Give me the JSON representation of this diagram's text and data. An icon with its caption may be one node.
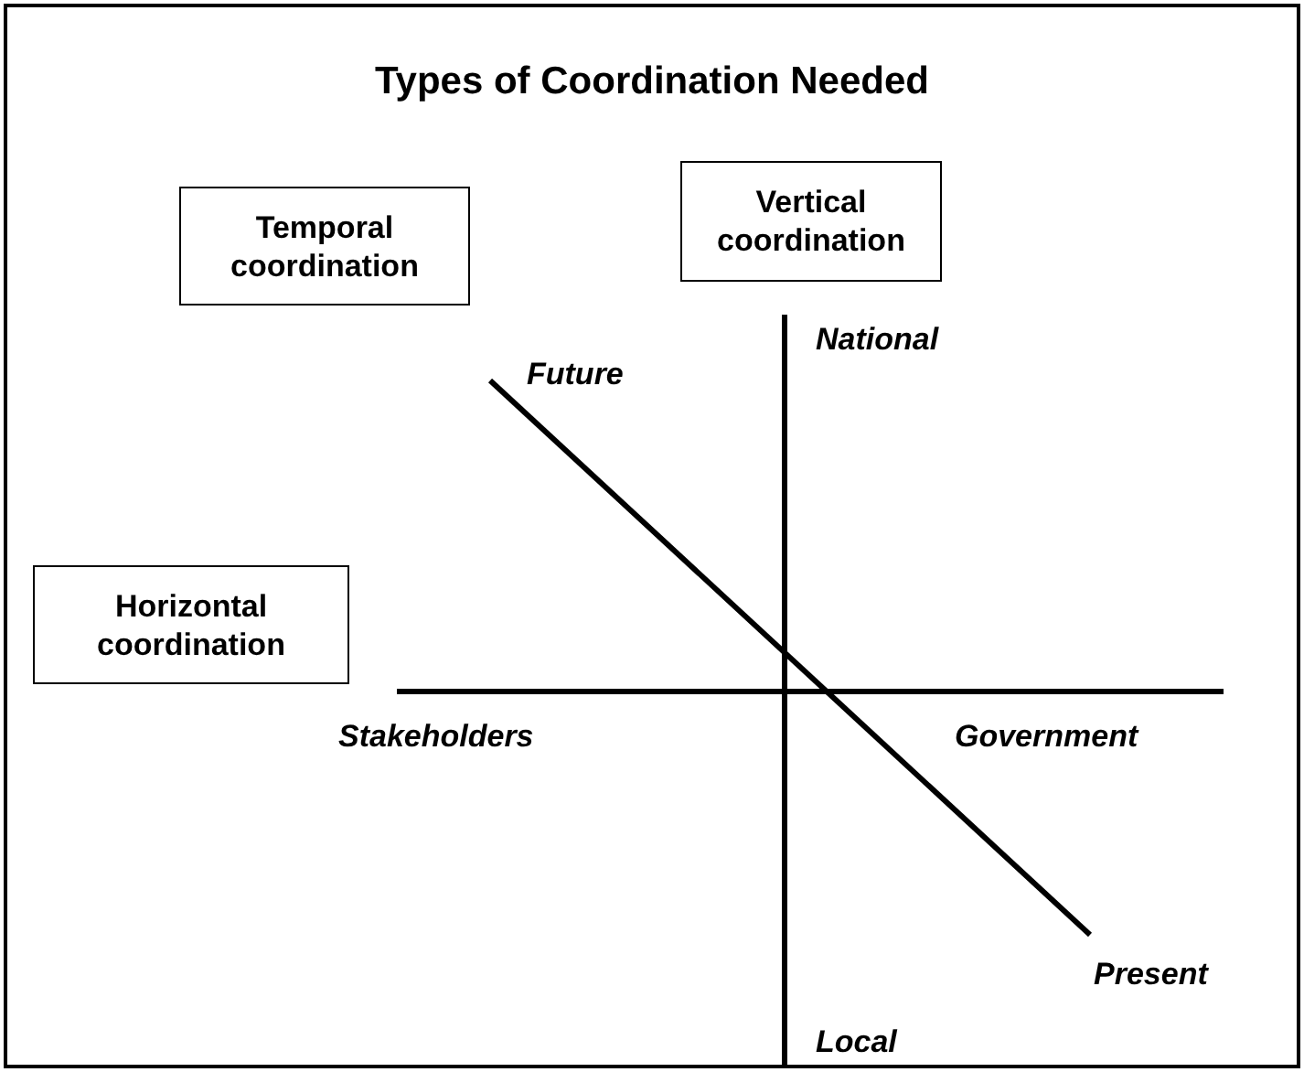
{
  "diagram": {
    "title": "Types of Coordination Needed",
    "nodes": [
      {
        "text": [
          "Vertical coordination"
        ]
      },
      {
        "text": [
          "Temporal coordination"
        ]
      },
      {
        "text": [
          "Horizontal coordination"
        ]
      }
    ],
    "labels": [
      "National",
      "Future",
      "Stakeholders",
      "Government",
      "Present",
      "Local"
    ]
  }
}
